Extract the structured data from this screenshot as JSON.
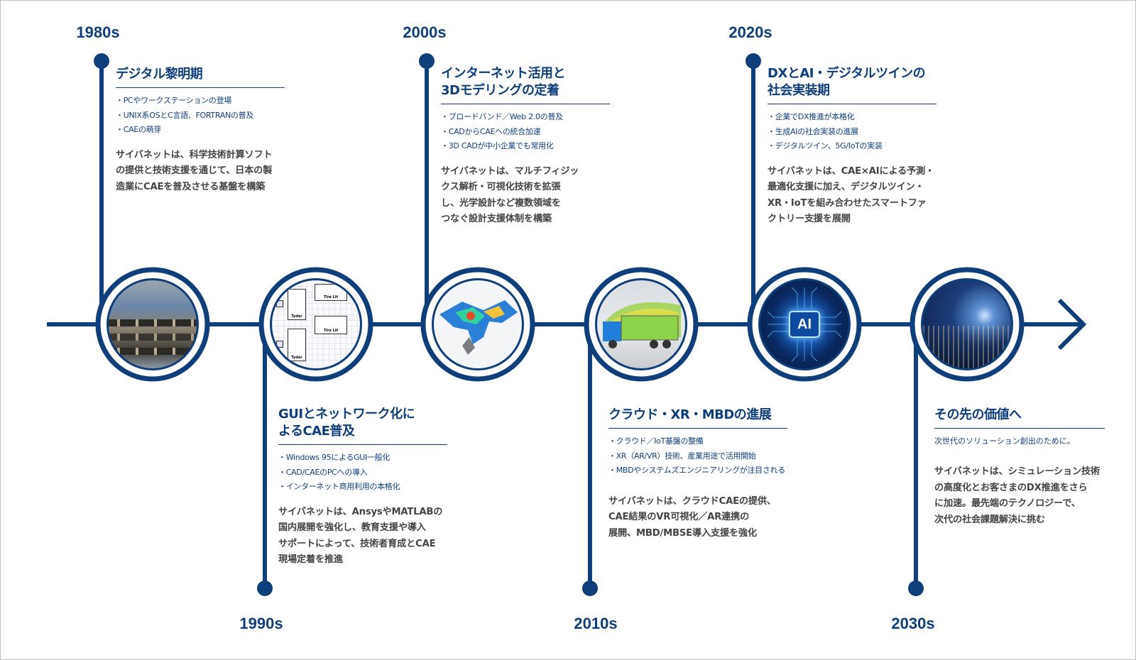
{
  "colors": {
    "navy": "#0e3f7a",
    "body_text": "#444444"
  },
  "eras": [
    {
      "year": "1980s",
      "title": [
        "デジタル黎明期"
      ],
      "bullets": [
        "・PCやワークステーションの登場",
        "・UNIX系OSとC言語、FORTRANの普及",
        "・CAEの萌芽"
      ],
      "body": [
        "サイバネットは、科学技術計算ソフト",
        "の提供と技術支援を通じて、日本の製",
        "造業にCAEを普及させる基盤を構築"
      ],
      "image": "computer-room"
    },
    {
      "year": "1990s",
      "title": [
        "GUIとネットワーク化に",
        "よるCAE普及"
      ],
      "bullets": [
        "・Windows 95によるGUI一般化",
        "・CAD/CAEのPCへの導入",
        "・インターネット商用利用の本格化"
      ],
      "body": [
        "サイバネットは、AnsysやMATLABの",
        "国内展開を強化し、教育支援や導入",
        "サポートによって、技術者育成とCAE",
        "現場定着を推進"
      ],
      "image": "block-diagram",
      "image_labels": [
        "Tire LH",
        "Tire LH",
        "Tyder",
        "Tyder"
      ]
    },
    {
      "year": "2000s",
      "title": [
        "インターネット活用と",
        "3Dモデリングの定着"
      ],
      "bullets": [
        "・ブロードバンド／Web 2.0の普及",
        "・CADからCAEへの統合加速",
        "・3D CADが中小企業でも常用化"
      ],
      "body": [
        "サイバネットは、マルチフィジッ",
        "クス解析・可視化技術を拡張",
        "し、光学設計など複数領域を",
        "つなぐ設計支援体制を構築"
      ],
      "image": "3d-simulation"
    },
    {
      "year": "2010s",
      "title": [
        "クラウド・XR・MBDの進展"
      ],
      "bullets": [
        "・クラウド／IoT基盤の整備",
        "・XR（AR/VR）技術、産業用途で活用開始",
        "・MBDやシステムズエンジニアリングが注目される"
      ],
      "body": [
        "サイバネットは、クラウドCAEの提供、",
        "CAE結果のVR可視化／AR連携の",
        "展開、MBD/MBSE導入支援を強化"
      ],
      "image": "truck-cfd"
    },
    {
      "year": "2020s",
      "title": [
        "DXとAI・デジタルツインの",
        "社会実装期"
      ],
      "bullets": [
        "・企業でDX推進が本格化",
        "・生成AIの社会実装の進展",
        "・デジタルツイン、5G/IoTの実装"
      ],
      "body": [
        "サイバネットは、CAE×AIによる予測・",
        "最適化支援に加え、デジタルツイン・",
        "XR・IoTを組み合わせたスマートファ",
        "クトリー支援を展開"
      ],
      "image": "ai-chip",
      "image_label": "AI"
    },
    {
      "year": "2030s",
      "title": [
        "その先の価値へ"
      ],
      "subtitle": "次世代のソリューション創出のために。",
      "body": [
        "サイバネットは、シミュレーション技術",
        "の高度化とお客さまのDX推進をさら",
        "に加速。最先端のテクノロジーで、",
        "次代の社会課題解決に挑む"
      ],
      "image": "city-night"
    }
  ]
}
